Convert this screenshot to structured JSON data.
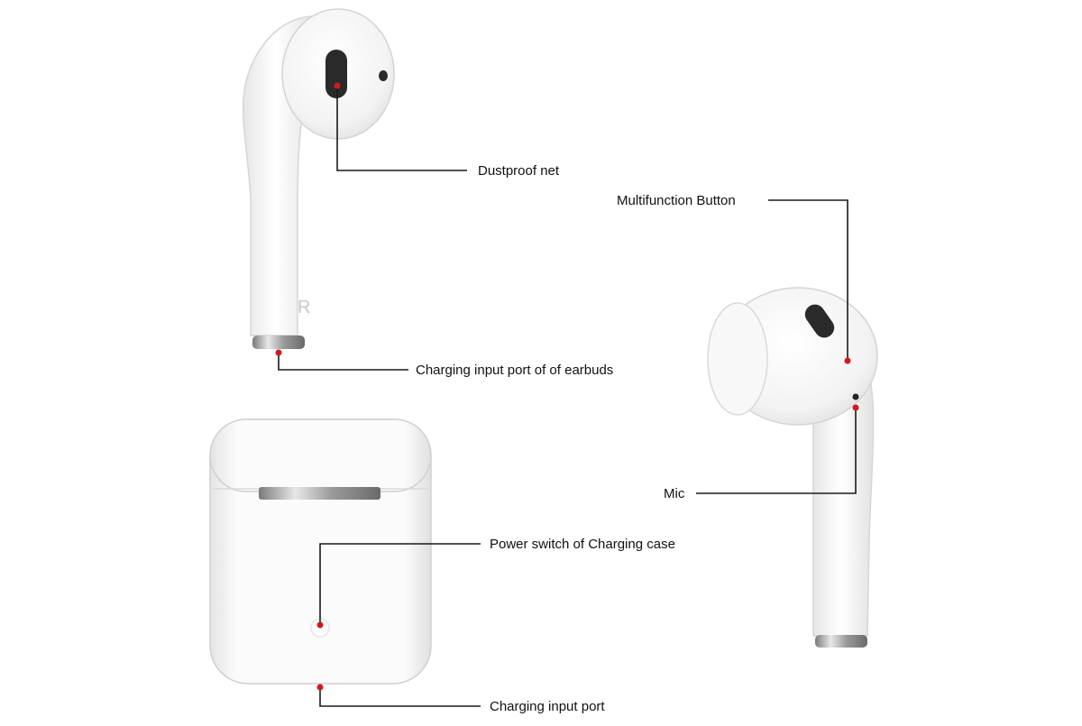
{
  "diagram": {
    "earbud_side_mark": "R",
    "callouts": [
      {
        "id": "dustproof-net",
        "text": "Dustproof net"
      },
      {
        "id": "multifunction-button",
        "text": "Multifunction Button"
      },
      {
        "id": "earbud-charging-port",
        "text": "Charging input port of of earbuds"
      },
      {
        "id": "mic",
        "text": "Mic"
      },
      {
        "id": "power-switch",
        "text": "Power switch of Charging case"
      },
      {
        "id": "case-charging-port",
        "text": "Charging input port"
      }
    ],
    "colors": {
      "leader_line": "#1a1a1a",
      "marker_dot": "#d11a1a",
      "product_white": "#f6f6f6",
      "metal_ring": "#a9a9a9"
    }
  }
}
